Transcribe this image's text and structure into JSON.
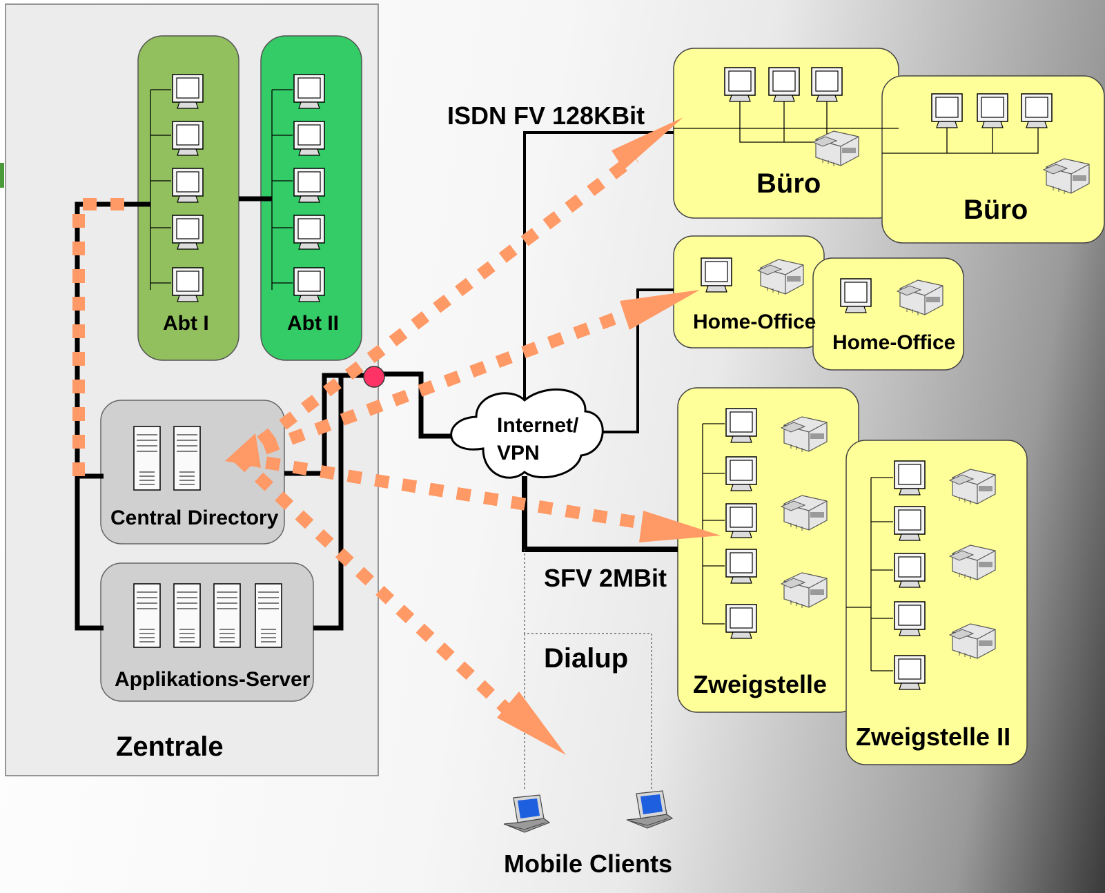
{
  "labels": {
    "abt1": "Abt I",
    "abt2": "Abt II",
    "central_directory": "Central Directory",
    "app_server": "Applikations-Server",
    "zentrale": "Zentrale",
    "isdn": "ISDN FV  128KBit",
    "internet_vpn_line1": "Internet/",
    "internet_vpn_line2": "VPN",
    "buero1": "Büro",
    "buero2": "Büro",
    "home_office1": "Home-Office",
    "home_office2": "Home-Office",
    "sfv": "SFV 2MBit",
    "dialup": "Dialup",
    "zweigstelle": "Zweigstelle",
    "zweigstelle2": "Zweigstelle II",
    "mobile_clients": "Mobile Clients"
  },
  "colors": {
    "abt1_fill": "#92c05e",
    "abt2_fill": "#33cc66",
    "server_box_fill": "#d0d0d0",
    "zentrale_fill": "#ececec",
    "site_fill": "#ffff99",
    "vpn_link": "#ff9966",
    "junction": "#ff3366"
  }
}
